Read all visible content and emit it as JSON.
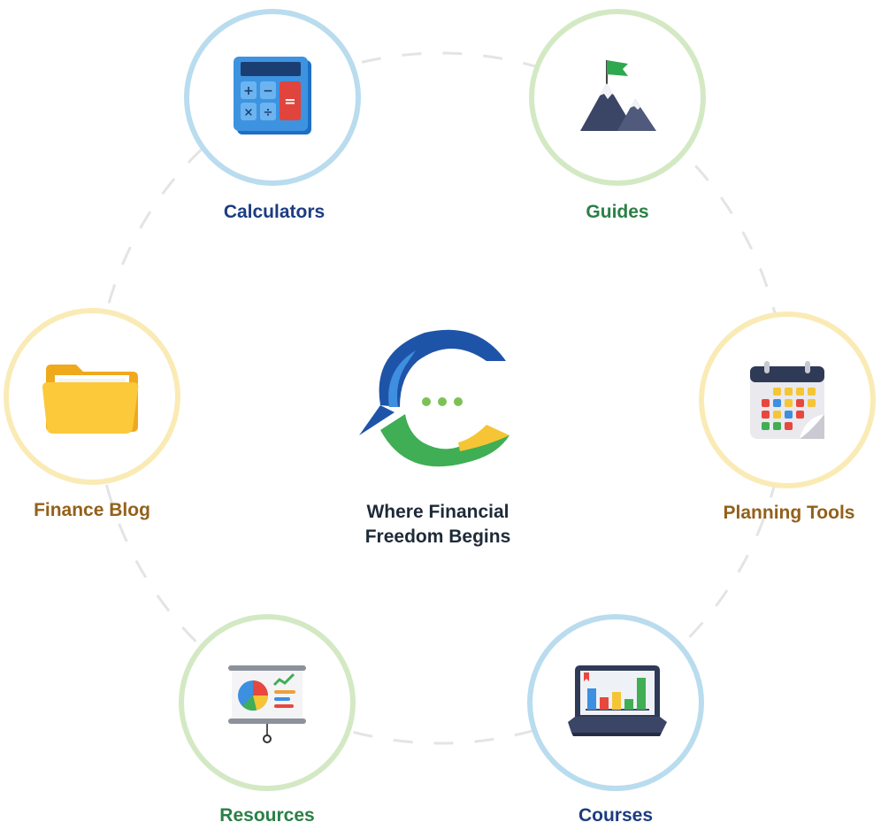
{
  "center": {
    "tagline_line1": "Where Financial",
    "tagline_line2": "Freedom Begins"
  },
  "nodes": {
    "calculators": {
      "label": "Calculators",
      "icon": "calculator-icon"
    },
    "guides": {
      "label": "Guides",
      "icon": "mountain-flag-icon"
    },
    "planning_tools": {
      "label": "Planning Tools",
      "icon": "calendar-icon"
    },
    "courses": {
      "label": "Courses",
      "icon": "laptop-chart-icon"
    },
    "resources": {
      "label": "Resources",
      "icon": "presentation-board-icon"
    },
    "finance_blog": {
      "label": "Finance Blog",
      "icon": "folder-icon"
    }
  },
  "colors": {
    "blue_ring": "#b9dcee",
    "green_ring": "#d3e9c4",
    "yellow_ring": "#faebb6",
    "blue_label": "#1c3c82",
    "green_label": "#2b8046",
    "brown_label": "#93601a",
    "center_text": "#1e2a38"
  }
}
